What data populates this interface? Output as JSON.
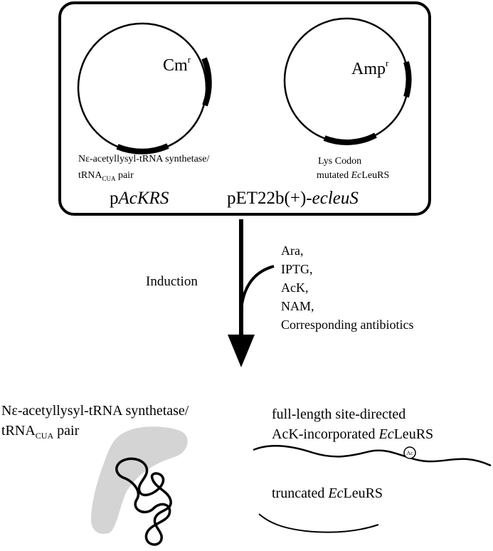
{
  "plasmids": {
    "left": {
      "marker": "Cm",
      "marker_sup": "r",
      "desc_line1": "Nε-acetyllysyl-tRNA synthetase/",
      "desc_line2_main": "tRNA",
      "desc_line2_sub": "CUA",
      "desc_line2_tail": " pair",
      "name_prefix": "p",
      "name_italic": "AcKRS"
    },
    "right": {
      "marker": "Amp",
      "marker_sup": "r",
      "desc_line1": "Lys Codon",
      "desc_line2_prefix": "mutated ",
      "desc_line2_italic": "Ec",
      "desc_line2_tail": "LeuRS",
      "name_prefix": "pET22b(+)-",
      "name_italic": "ecleuS"
    }
  },
  "induction": {
    "label": "Induction",
    "conditions": [
      "Ara,",
      "IPTG,",
      "AcK,",
      "NAM,",
      "Corresponding antibiotics"
    ]
  },
  "products": {
    "synthetase_line1": "Nε-acetyllysyl-tRNA synthetase/",
    "synthetase_line2_main": "tRNA",
    "synthetase_line2_sub": "CUA",
    "synthetase_line2_tail": " pair",
    "full_line1": "full-length site-directed",
    "full_line2_prefix": "AcK-incorporated ",
    "full_line2_italic": "Ec",
    "full_line2_tail": "LeuRS",
    "ac_label": "Ac",
    "truncated_prefix": "truncated ",
    "truncated_italic": "Ec",
    "truncated_tail": "LeuRS"
  }
}
